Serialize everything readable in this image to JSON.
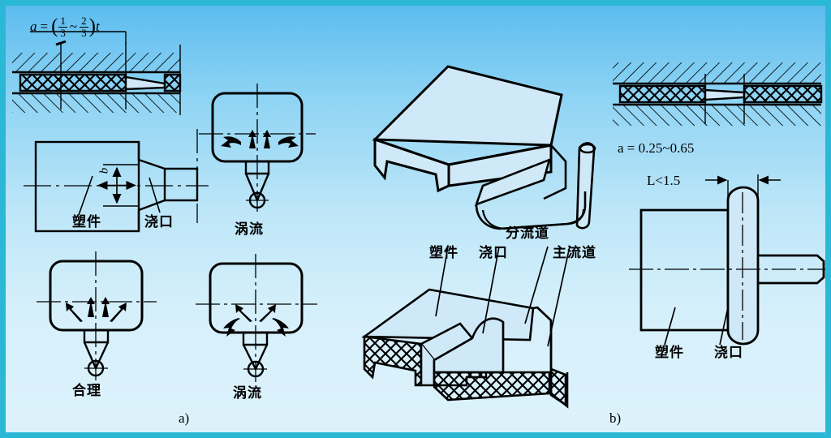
{
  "figure": {
    "title_parts": [
      "a)",
      "b)"
    ],
    "background_top_color": "#5cbcef",
    "background_bottom_color": "#dcf2fb",
    "border_color": "#2bb8d6",
    "line_color": "#000000"
  },
  "panel_a": {
    "caption": "a)",
    "formula": {
      "variable": "a",
      "equals": "=",
      "open_paren": "(",
      "frac1_num": "1",
      "frac1_den": "3",
      "tilde": "~",
      "frac2_num": "2",
      "frac2_den": "3",
      "close_paren": ")",
      "thickness_symbol": "t"
    },
    "section_view": {
      "dimension_label": "b",
      "part_label": "塑件",
      "gate_label": "浇口"
    },
    "flow_cells": [
      {
        "id": "top-right",
        "label": "涡流",
        "meaning": "vortex"
      },
      {
        "id": "bottom-left",
        "label": "合理",
        "meaning": "reasonable"
      },
      {
        "id": "bottom-right",
        "label": "涡流",
        "meaning": "vortex"
      }
    ]
  },
  "panel_middle": {
    "labels": [
      {
        "key": "part",
        "text": "塑件"
      },
      {
        "key": "gate",
        "text": "浇口"
      },
      {
        "key": "runner",
        "text": "分流道"
      },
      {
        "key": "sprue",
        "text": "主流道"
      }
    ]
  },
  "panel_b": {
    "caption": "b)",
    "thickness_note": "a = 0.25~0.65",
    "length_note": "L<1.5",
    "part_label": "塑件",
    "gate_label": "浇口"
  }
}
